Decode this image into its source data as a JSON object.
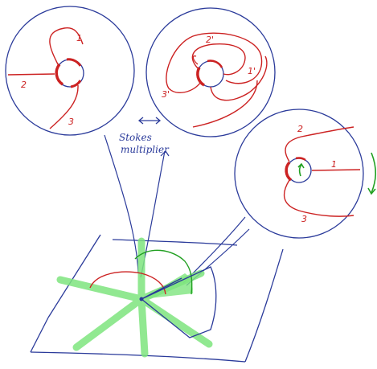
{
  "colors": {
    "background": "#ffffff",
    "ink_blue": "#2a3a9a",
    "ink_red": "#cc2222",
    "ink_green": "#22a022",
    "highlight_green": "#7ee57e"
  },
  "disk_left": {
    "labels": [
      "1",
      "2",
      "3"
    ]
  },
  "disk_middle": {
    "labels": [
      "2'",
      "3'",
      "1'"
    ]
  },
  "disk_right": {
    "labels": [
      "2",
      "1",
      "3"
    ]
  },
  "annotation": {
    "line1": "Stokes",
    "line2": "multiplier"
  }
}
